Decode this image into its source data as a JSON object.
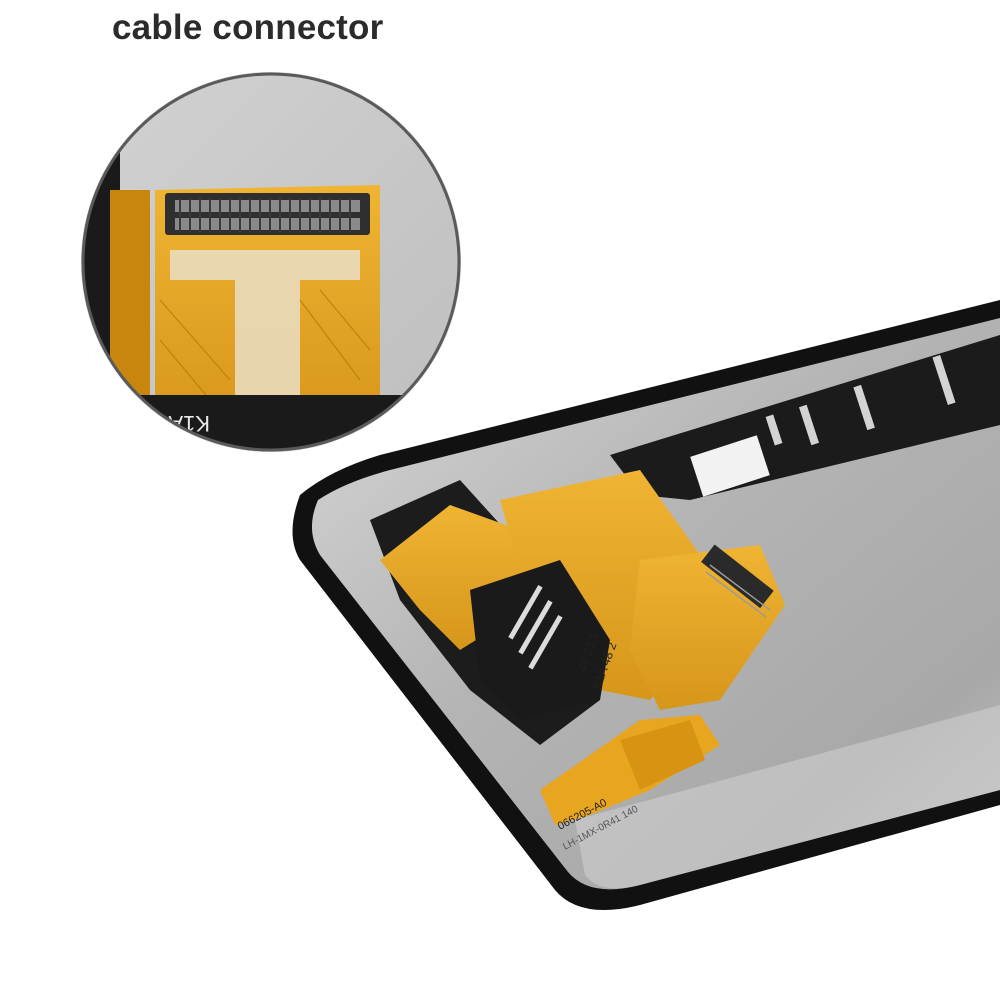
{
  "title": "cable connector",
  "labels": {
    "zoom_flex_text": "K1A  48  2",
    "flex_text_1": "K1A  48  2",
    "flex_text_2": "47  23  1",
    "flex_text_3": "066205-A0",
    "edge_text": "LH-1MX-0R41 140"
  },
  "colors": {
    "flex_orange": "#e3a21a",
    "flex_dark_orange": "#c98a12",
    "black_tape": "#1c1c1c",
    "panel_gray": "#b9b9b9",
    "background": "#ffffff"
  }
}
